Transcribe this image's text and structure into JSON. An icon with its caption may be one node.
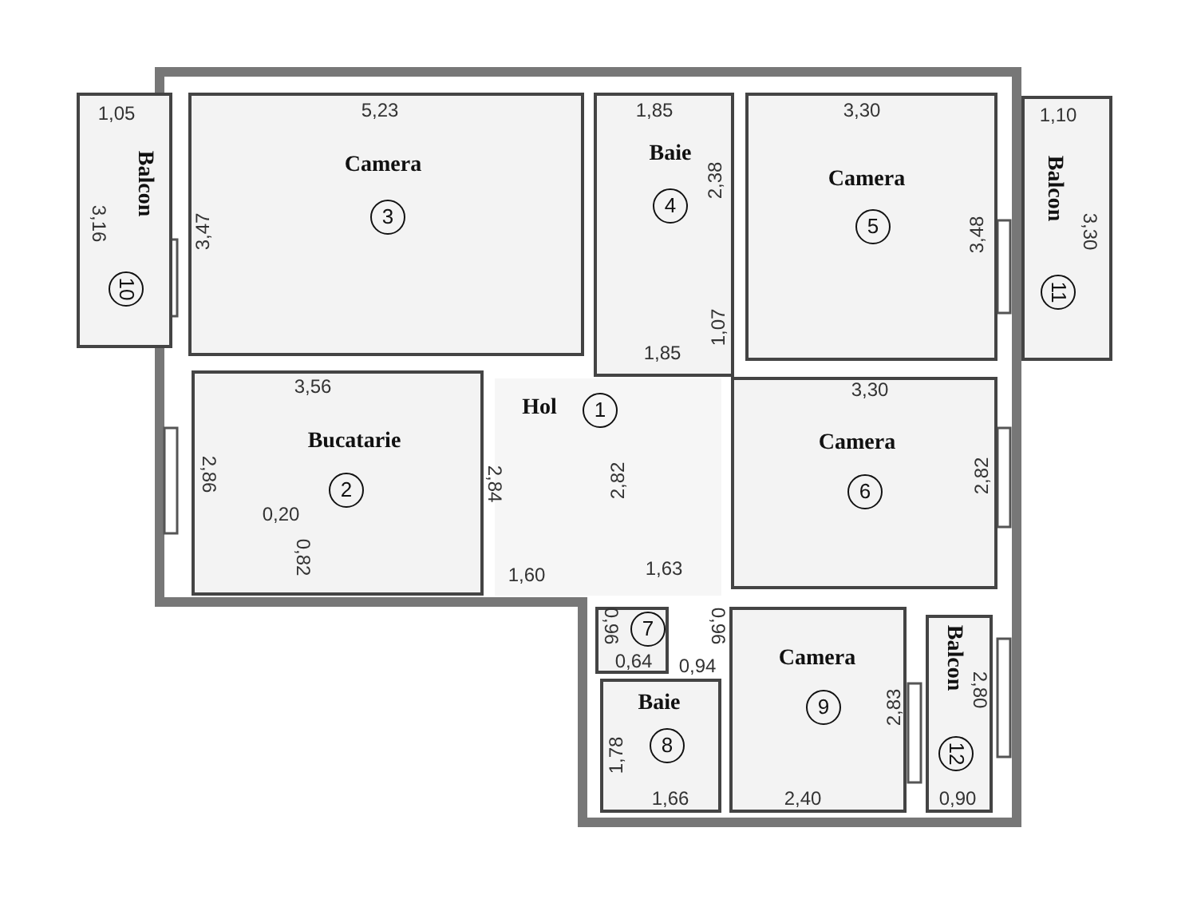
{
  "diagram": {
    "nodes": [
      {
        "text": [
          "1,05",
          "Balcon",
          "3,16",
          "10"
        ]
      },
      {
        "text": [
          "5,23",
          "Camera",
          "3,47",
          "3"
        ]
      },
      {
        "text": [
          "1,85",
          "Baie",
          "2,38",
          "4",
          "1,07",
          "1,85"
        ]
      },
      {
        "text": [
          "3,30",
          "Camera",
          "3,48",
          "5"
        ]
      },
      {
        "text": [
          "1,10",
          "Balcon",
          "3,30",
          "11"
        ]
      },
      {
        "text": [
          "Hol",
          "1",
          "2,82",
          "1,60",
          "1,63"
        ]
      },
      {
        "text": [
          "3,56",
          "Bucatarie",
          "2,86",
          "2",
          "0,20",
          "0,82"
        ],
        "beside": [
          "2,84"
        ]
      },
      {
        "text": [
          "3,30",
          "Camera",
          "6",
          "2,82"
        ]
      },
      {
        "text": [
          "0,96",
          "7",
          "0,64"
        ],
        "beside": [
          "0,94",
          "0,96"
        ]
      },
      {
        "text": [
          "Baie",
          "1,78",
          "8",
          "1,66"
        ]
      },
      {
        "text": [
          "Camera",
          "9",
          "2,83",
          "2,40"
        ]
      },
      {
        "text": [
          "Balcon",
          "2,80",
          "12",
          "0,90"
        ]
      }
    ]
  }
}
